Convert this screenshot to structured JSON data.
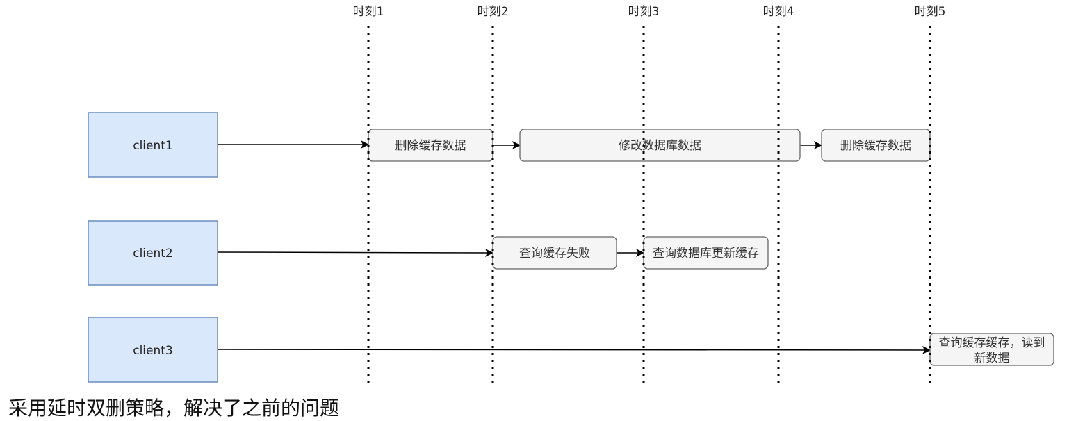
{
  "moments": [
    {
      "label": "时刻1"
    },
    {
      "label": "时刻2"
    },
    {
      "label": "时刻3"
    },
    {
      "label": "时刻4"
    },
    {
      "label": "时刻5"
    }
  ],
  "clients": [
    {
      "label": "client1"
    },
    {
      "label": "client2"
    },
    {
      "label": "client3"
    }
  ],
  "steps": {
    "c1_delete_cache_1": "删除缓存数据",
    "c1_update_db": "修改数据库数据",
    "c1_delete_cache_2": "删除缓存数据",
    "c2_query_cache_fail": "查询缓存失败",
    "c2_query_db_update_cache": "查询数据库更新缓存",
    "c3_read_line1": "查询缓存缓存，读到",
    "c3_read_line2": "新数据"
  },
  "colors": {
    "client_fill": "#dae8fc",
    "client_stroke": "#6c8ebf",
    "step_fill": "#f5f5f5",
    "step_stroke": "#666666"
  },
  "caption": "采用延时双删策略，解决了之前的问题"
}
